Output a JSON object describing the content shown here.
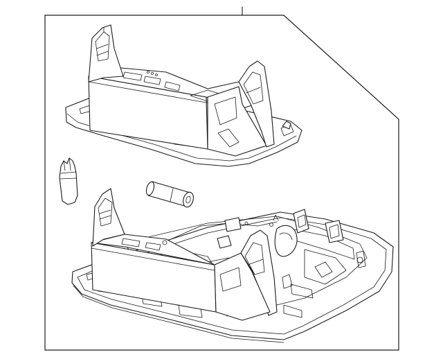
{
  "diagram": {
    "kind": "exploded parts diagram",
    "line_color": "#1a1a1a",
    "background": "#ffffff",
    "parts": [
      {
        "name": "upper-console-housing-part"
      },
      {
        "name": "bulb-socket-part"
      },
      {
        "name": "festoon-bulb-part"
      },
      {
        "name": "lower-console-assembly-part"
      }
    ]
  }
}
